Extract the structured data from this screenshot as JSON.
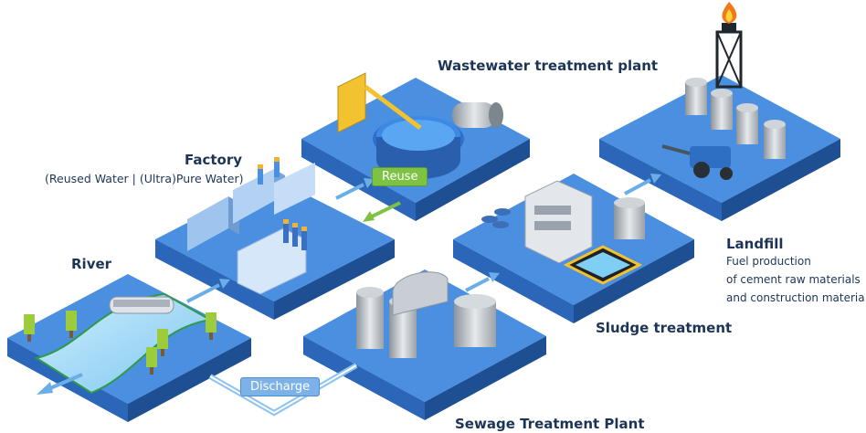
{
  "labels": {
    "wastewater": "Wastewater treatment plant",
    "factory": "Factory",
    "factory_sub": "(Reused Water | (Ultra)Pure Water)",
    "river": "River",
    "landfill": "Landfill",
    "landfill_line1": "Fuel production",
    "landfill_line2": "of cement raw materials",
    "landfill_line3": "and construction materia",
    "sludge": "Sludge treatment",
    "sewage": "Sewage Treatment Plant"
  },
  "tags": {
    "reuse": "Reuse",
    "discharge": "Discharge"
  },
  "colors": {
    "tile_top": "#4a8fe0",
    "tile_side": "#2b66b8",
    "tile_dark": "#1e4f93",
    "arrow": "#6aaee8",
    "reuse_green": "#7dc242",
    "label_text": "#1c3557"
  }
}
